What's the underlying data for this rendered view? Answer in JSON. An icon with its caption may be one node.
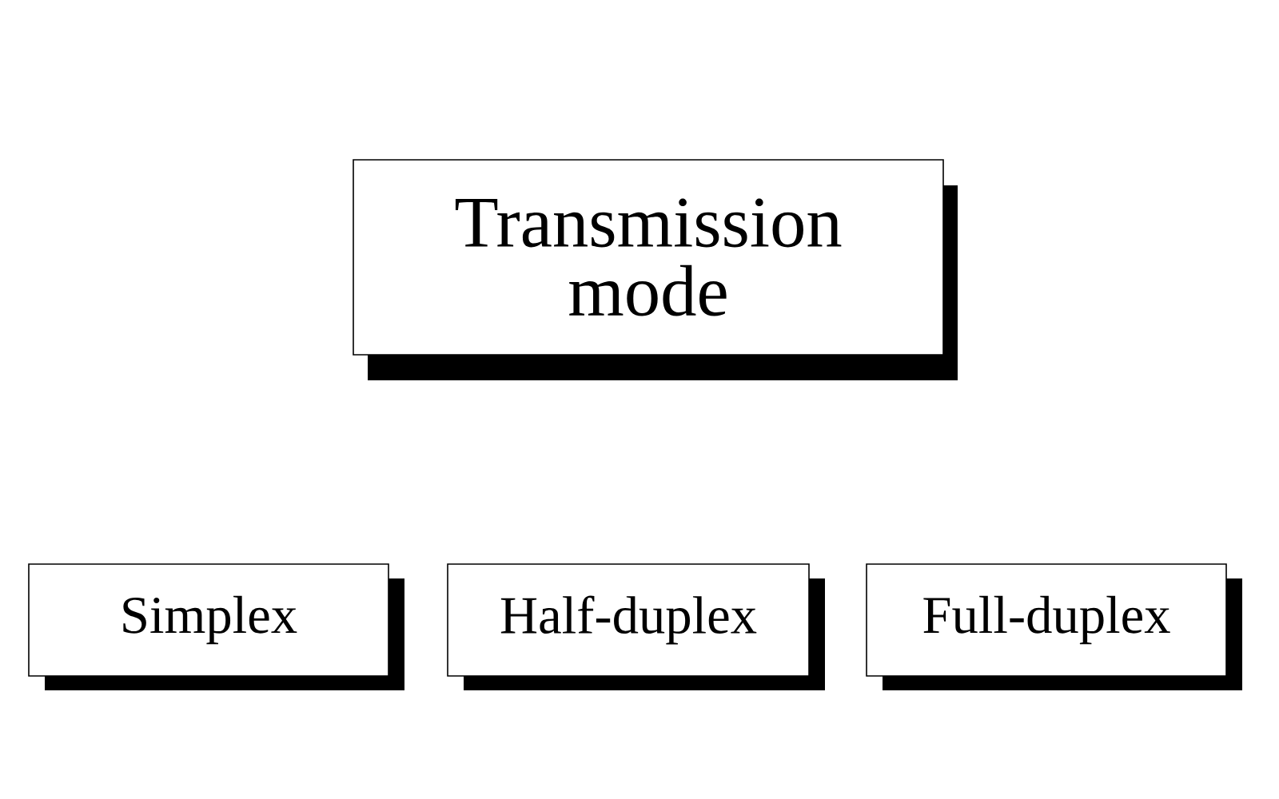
{
  "diagram": {
    "nodes": [
      {
        "text": [
          "Transmission mode"
        ]
      },
      {
        "text": [
          "Simplex"
        ]
      },
      {
        "text": [
          "Half-duplex"
        ]
      },
      {
        "text": [
          "Full-duplex"
        ]
      }
    ]
  }
}
